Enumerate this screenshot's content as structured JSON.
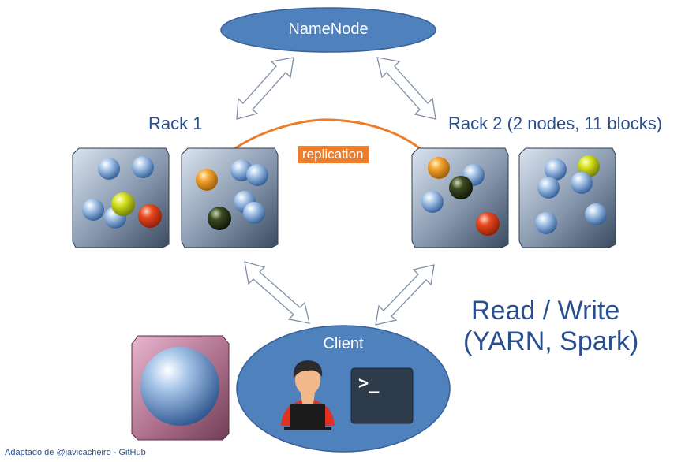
{
  "namenode": {
    "label": "NameNode"
  },
  "racks": [
    {
      "label": "Rack 1"
    },
    {
      "label": "Rack 2 (2 nodes, 11 blocks)"
    }
  ],
  "replication": {
    "label": "replication"
  },
  "client": {
    "label": "Client",
    "terminal_prompt": ">_"
  },
  "readwrite": {
    "line1": "Read / Write",
    "line2": "(YARN, Spark)"
  },
  "footer": {
    "credit": "Adaptado de @javicacheiro - GitHub"
  },
  "colors": {
    "ellipse": "#4f81bd",
    "ellipse_border": "#38619a",
    "text_blue": "#2a4f8f",
    "replication": "#ed7d2b",
    "arrow_fill": "#ffffff",
    "arrow_stroke": "#7f8fa6",
    "terminal": "#2e3b4a"
  }
}
